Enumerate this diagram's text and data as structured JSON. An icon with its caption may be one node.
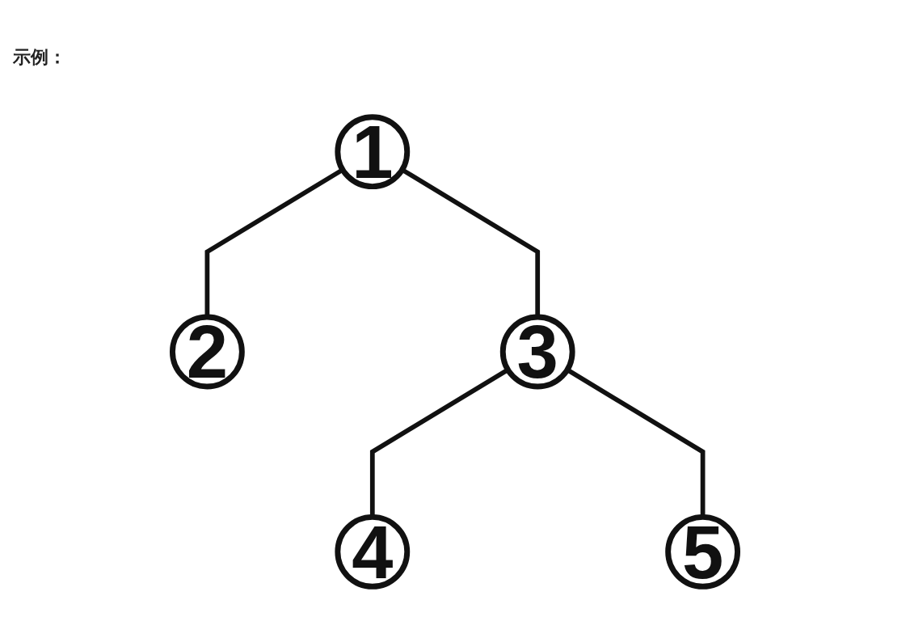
{
  "diagram": {
    "title": "示例：",
    "nodes": [
      {
        "text": [
          "1"
        ]
      },
      {
        "text": [
          "2"
        ]
      },
      {
        "text": [
          "3"
        ]
      },
      {
        "text": [
          "4"
        ]
      },
      {
        "text": [
          "5"
        ]
      }
    ],
    "edges": [
      {
        "from": 0,
        "to": 1,
        "arrow": "none"
      },
      {
        "from": 0,
        "to": 2,
        "arrow": "none"
      },
      {
        "from": 2,
        "to": 3,
        "arrow": "none"
      },
      {
        "from": 2,
        "to": 4,
        "arrow": "none"
      }
    ]
  }
}
